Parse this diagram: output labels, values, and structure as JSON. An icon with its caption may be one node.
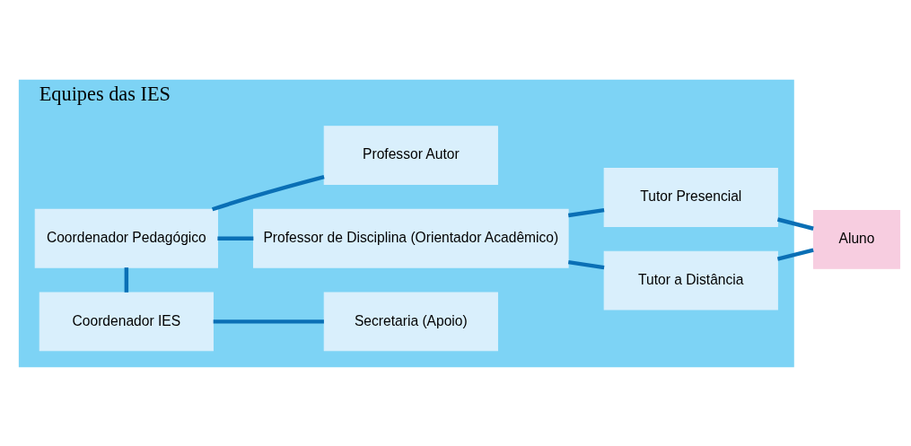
{
  "diagram": {
    "nodes": [
      {
        "text": [
          "Equipes das IES"
        ]
      },
      {
        "text": [
          "Coordenador IES"
        ],
        "in": 0
      },
      {
        "text": [
          "Secretaria (Apoio)"
        ],
        "in": 0
      },
      {
        "text": [
          "Coordenador Pedagógico"
        ],
        "in": 0
      },
      {
        "text": [
          "Professor Autor"
        ],
        "in": 0
      },
      {
        "text": [
          "Professor de Disciplina (Orientador Acadêmico)"
        ],
        "in": 0
      },
      {
        "text": [
          "Tutor a Distância"
        ],
        "in": 0
      },
      {
        "text": [
          "Tutor Presencial"
        ],
        "in": 0
      },
      {
        "text": [
          "Aluno"
        ]
      }
    ],
    "edges": [
      {
        "from": 1,
        "to": 2,
        "arrow": "none"
      },
      {
        "from": 1,
        "to": 3,
        "arrow": "none"
      },
      {
        "from": 3,
        "to": 4,
        "arrow": "none"
      },
      {
        "from": 3,
        "to": 5,
        "arrow": "none"
      },
      {
        "from": 5,
        "to": 6,
        "arrow": "none"
      },
      {
        "from": 5,
        "to": 7,
        "arrow": "none"
      },
      {
        "from": 6,
        "to": 8,
        "arrow": "none"
      },
      {
        "from": 7,
        "to": 8,
        "arrow": "none"
      }
    ]
  }
}
